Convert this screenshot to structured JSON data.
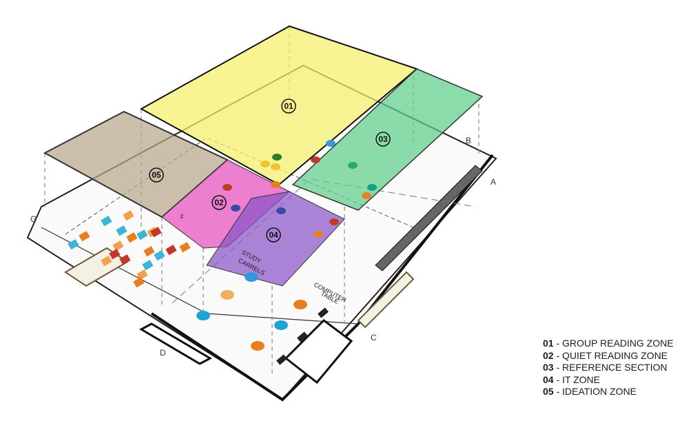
{
  "zones": [
    {
      "num": "01",
      "name": "GROUP READING ZONE",
      "color": "#f5f06b"
    },
    {
      "num": "02",
      "name": "QUIET READING ZONE",
      "color": "#e84fc0"
    },
    {
      "num": "03",
      "name": "REFERENCE SECTION",
      "color": "#5fcf8a"
    },
    {
      "num": "04",
      "name": "IT ZONE",
      "color": "#8a55c8"
    },
    {
      "num": "05",
      "name": "IDEATION ZONE",
      "color": "#b8a68c"
    }
  ],
  "legend_separator": " - ",
  "plan_labels": {
    "study_carrels_1": "STUDY",
    "study_carrels_2": "CARRELS",
    "computer_table_1": "COMPUTER",
    "computer_table_2": "TABLE",
    "room_f": "F"
  },
  "grid_markers": [
    "G",
    "D",
    "C",
    "A",
    "B"
  ]
}
